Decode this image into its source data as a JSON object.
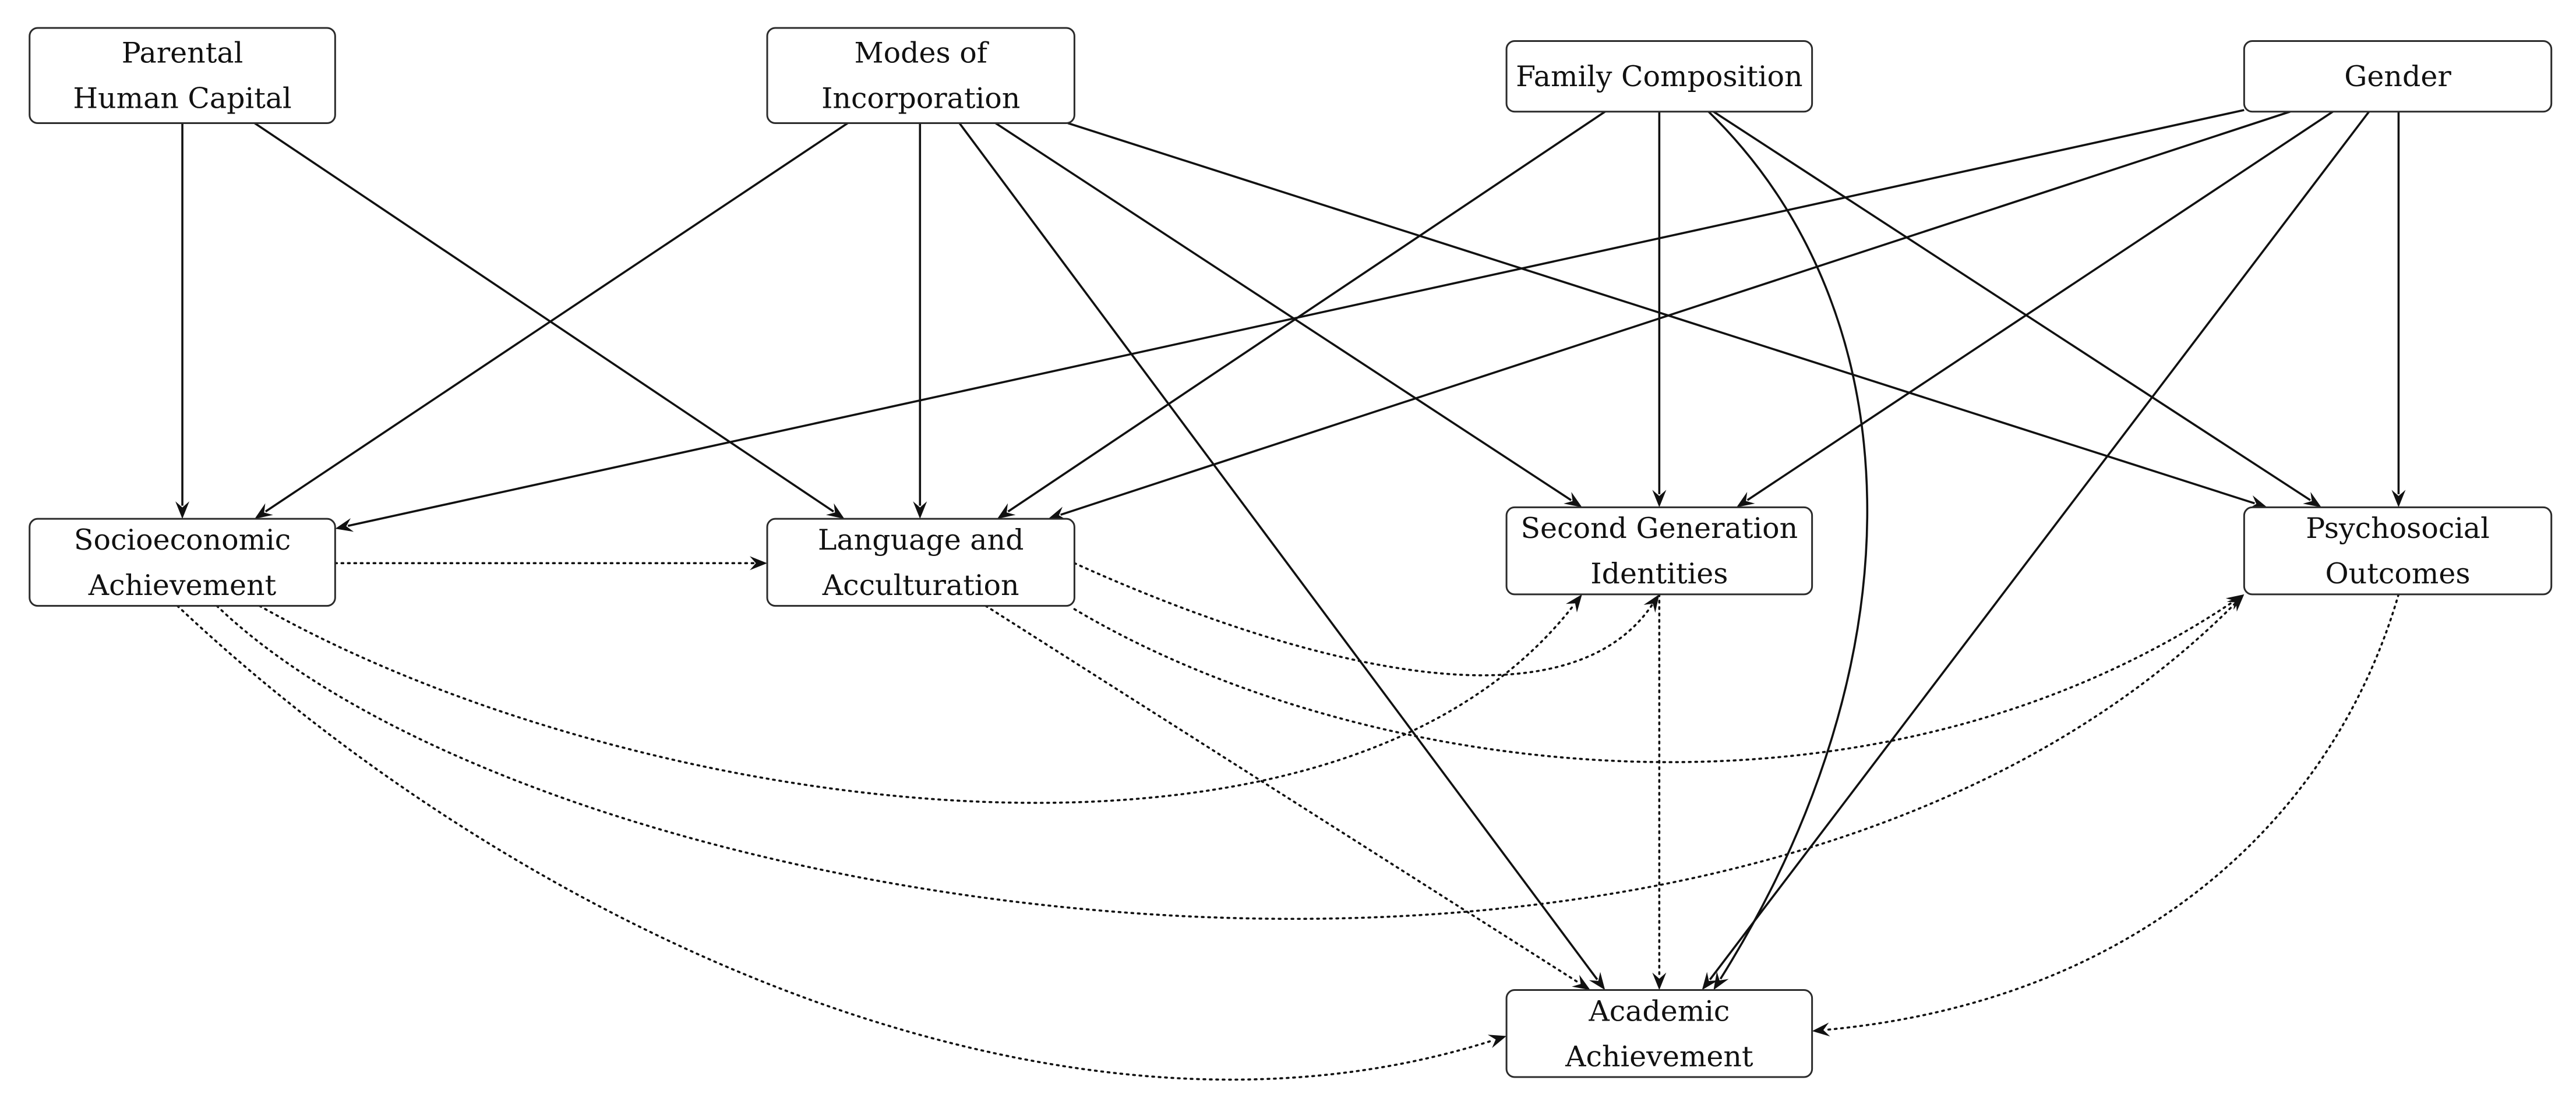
{
  "diagram": {
    "nodes": [
      {
        "id": "parental",
        "lines": [
          "Parental",
          "Human Capital"
        ]
      },
      {
        "id": "modes",
        "lines": [
          "Modes of",
          "Incorporation"
        ]
      },
      {
        "id": "family",
        "lines": [
          "Family Composition"
        ]
      },
      {
        "id": "gender",
        "lines": [
          "Gender"
        ]
      },
      {
        "id": "socio",
        "lines": [
          "Socioeconomic",
          "Achievement"
        ]
      },
      {
        "id": "language",
        "lines": [
          "Language and",
          "Acculturation"
        ]
      },
      {
        "id": "secondgen",
        "lines": [
          "Second Generation",
          "Identities"
        ]
      },
      {
        "id": "psycho",
        "lines": [
          "Psychosocial",
          "Outcomes"
        ]
      },
      {
        "id": "academic",
        "lines": [
          "Academic",
          "Achievement"
        ]
      }
    ],
    "edges": [
      {
        "from": "parental",
        "to": "socio",
        "style": "solid"
      },
      {
        "from": "parental",
        "to": "language",
        "style": "solid"
      },
      {
        "from": "modes",
        "to": "socio",
        "style": "solid"
      },
      {
        "from": "modes",
        "to": "language",
        "style": "solid"
      },
      {
        "from": "modes",
        "to": "academic",
        "style": "solid"
      },
      {
        "from": "modes",
        "to": "secondgen",
        "style": "solid"
      },
      {
        "from": "modes",
        "to": "psycho",
        "style": "solid"
      },
      {
        "from": "family",
        "to": "language",
        "style": "solid"
      },
      {
        "from": "family",
        "to": "secondgen",
        "style": "solid"
      },
      {
        "from": "family",
        "to": "academic",
        "style": "solid"
      },
      {
        "from": "family",
        "to": "psycho",
        "style": "solid"
      },
      {
        "from": "gender",
        "to": "socio",
        "style": "solid"
      },
      {
        "from": "gender",
        "to": "language",
        "style": "solid"
      },
      {
        "from": "gender",
        "to": "secondgen",
        "style": "solid"
      },
      {
        "from": "gender",
        "to": "academic",
        "style": "solid"
      },
      {
        "from": "gender",
        "to": "psycho",
        "style": "solid"
      },
      {
        "from": "socio",
        "to": "language",
        "style": "dotted"
      },
      {
        "from": "socio",
        "to": "secondgen",
        "style": "dotted"
      },
      {
        "from": "socio",
        "to": "psycho",
        "style": "dotted"
      },
      {
        "from": "socio",
        "to": "academic",
        "style": "dotted"
      },
      {
        "from": "language",
        "to": "secondgen",
        "style": "dotted"
      },
      {
        "from": "language",
        "to": "psycho",
        "style": "dotted"
      },
      {
        "from": "language",
        "to": "academic",
        "style": "dotted"
      },
      {
        "from": "secondgen",
        "to": "academic",
        "style": "dotted"
      },
      {
        "from": "psycho",
        "to": "academic",
        "style": "dotted"
      }
    ]
  }
}
